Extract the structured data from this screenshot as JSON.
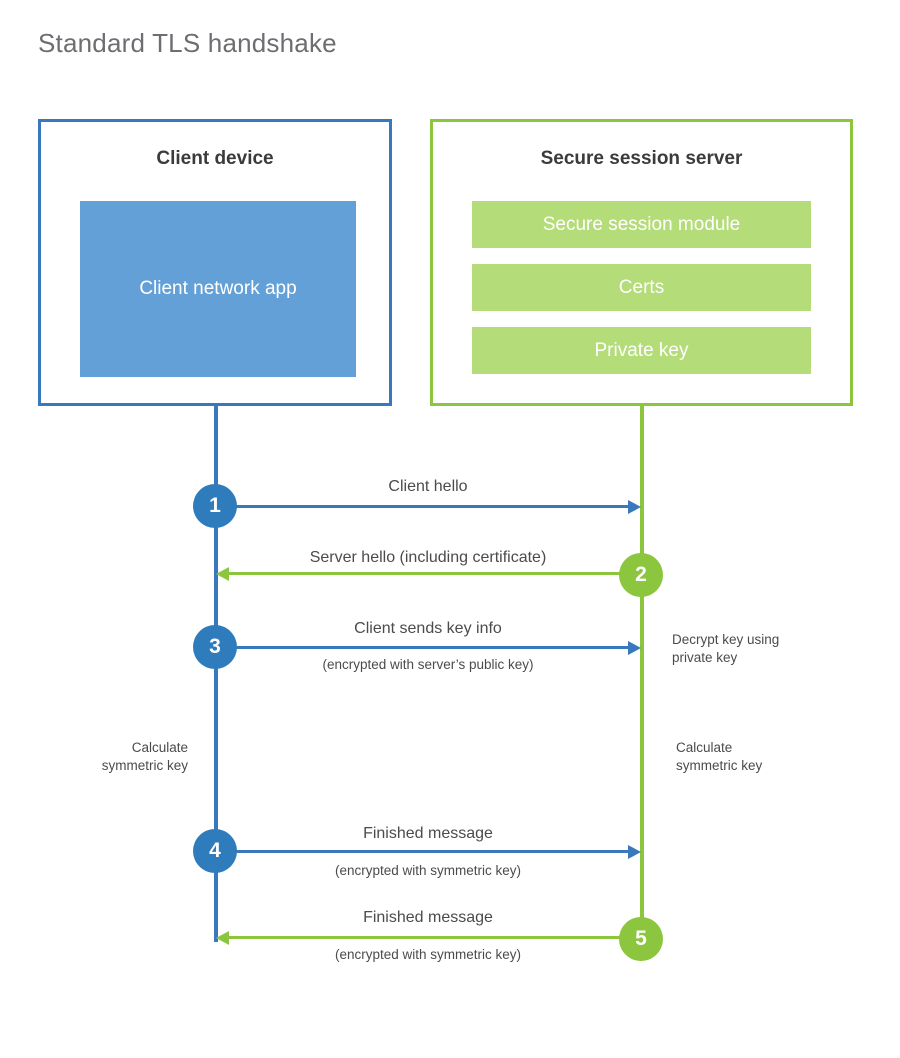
{
  "title": "Standard TLS handshake",
  "colors": {
    "client_border": "#3a78bd",
    "client_fill": "#64a0d8",
    "server_border": "#8cc63f",
    "server_fill": "#b4dc78",
    "client_circle": "#2f7cbc",
    "server_circle": "#8cc63f",
    "text": "#4b4b4d",
    "title_text": "#6d6e71"
  },
  "client": {
    "title": "Client device",
    "app_label": "Client network app"
  },
  "server": {
    "title": "Secure session server",
    "components": [
      {
        "label": "Secure session module"
      },
      {
        "label": "Certs"
      },
      {
        "label": "Private key"
      }
    ]
  },
  "steps": [
    {
      "number": "1",
      "label": "Client hello",
      "sublabel": "",
      "direction": "client-to-server",
      "color": "blue"
    },
    {
      "number": "2",
      "label": "Server hello (including certificate)",
      "sublabel": "",
      "direction": "server-to-client",
      "color": "green"
    },
    {
      "number": "3",
      "label": "Client sends key info",
      "sublabel": "(encrypted with server’s public key)",
      "direction": "client-to-server",
      "color": "blue"
    },
    {
      "number": "4",
      "label": "Finished message",
      "sublabel": "(encrypted with symmetric key)",
      "direction": "client-to-server",
      "color": "blue"
    },
    {
      "number": "5",
      "label": "Finished message",
      "sublabel": "(encrypted with symmetric key)",
      "direction": "server-to-client",
      "color": "green"
    }
  ],
  "annotations": {
    "server_decrypt": "Decrypt key using\nprivate key",
    "client_calculate": "Calculate\nsymmetric key",
    "server_calculate": "Calculate\nsymmetric key"
  }
}
